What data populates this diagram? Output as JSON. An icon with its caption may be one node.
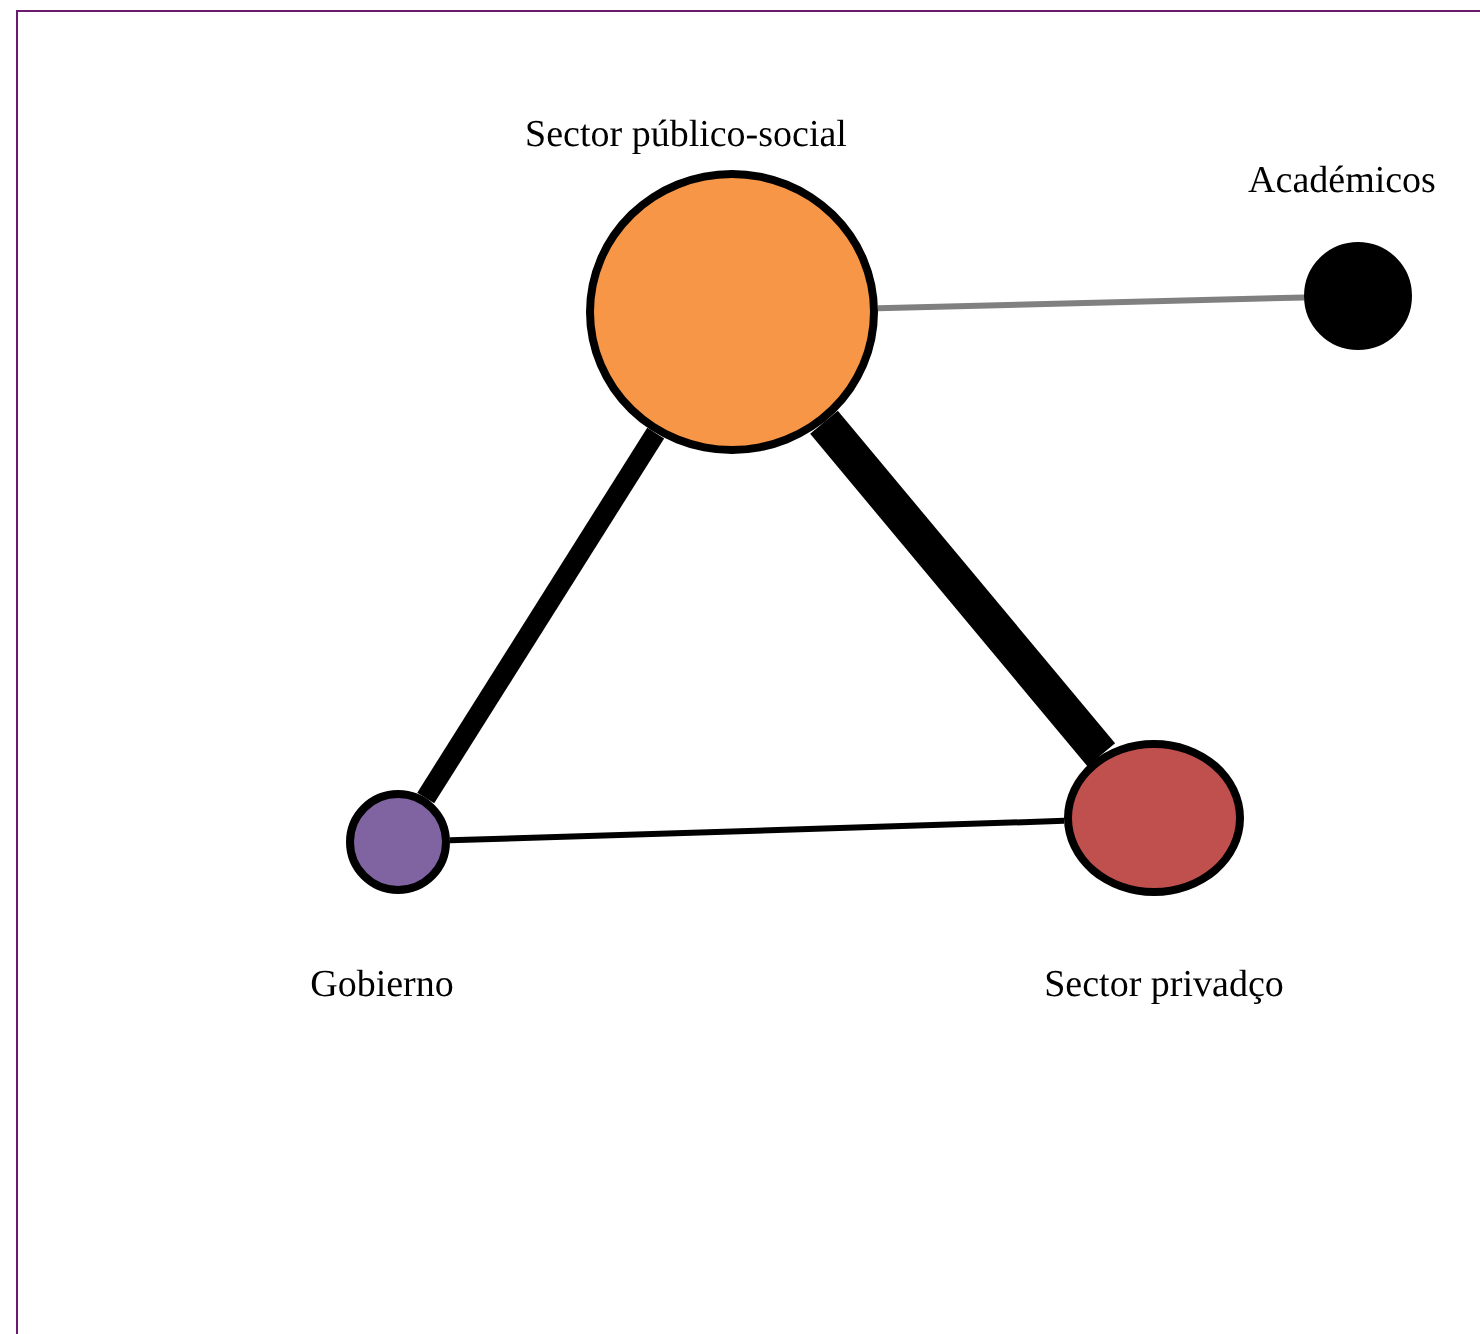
{
  "diagram": {
    "nodes": [
      {
        "text": [
          "Sector público-social"
        ]
      },
      {
        "text": [
          "Académicos"
        ]
      },
      {
        "text": [
          "Gobierno"
        ]
      },
      {
        "text": [
          "Sector privadço"
        ]
      }
    ],
    "edges": [
      {
        "from": 0,
        "to": 1,
        "arrow": "none",
        "color": "#808080"
      },
      {
        "from": 0,
        "to": 2,
        "arrow": "none",
        "style": "thick"
      },
      {
        "from": 0,
        "to": 3,
        "arrow": "none",
        "style": "thick"
      },
      {
        "from": 2,
        "to": 3,
        "arrow": "none"
      }
    ]
  }
}
